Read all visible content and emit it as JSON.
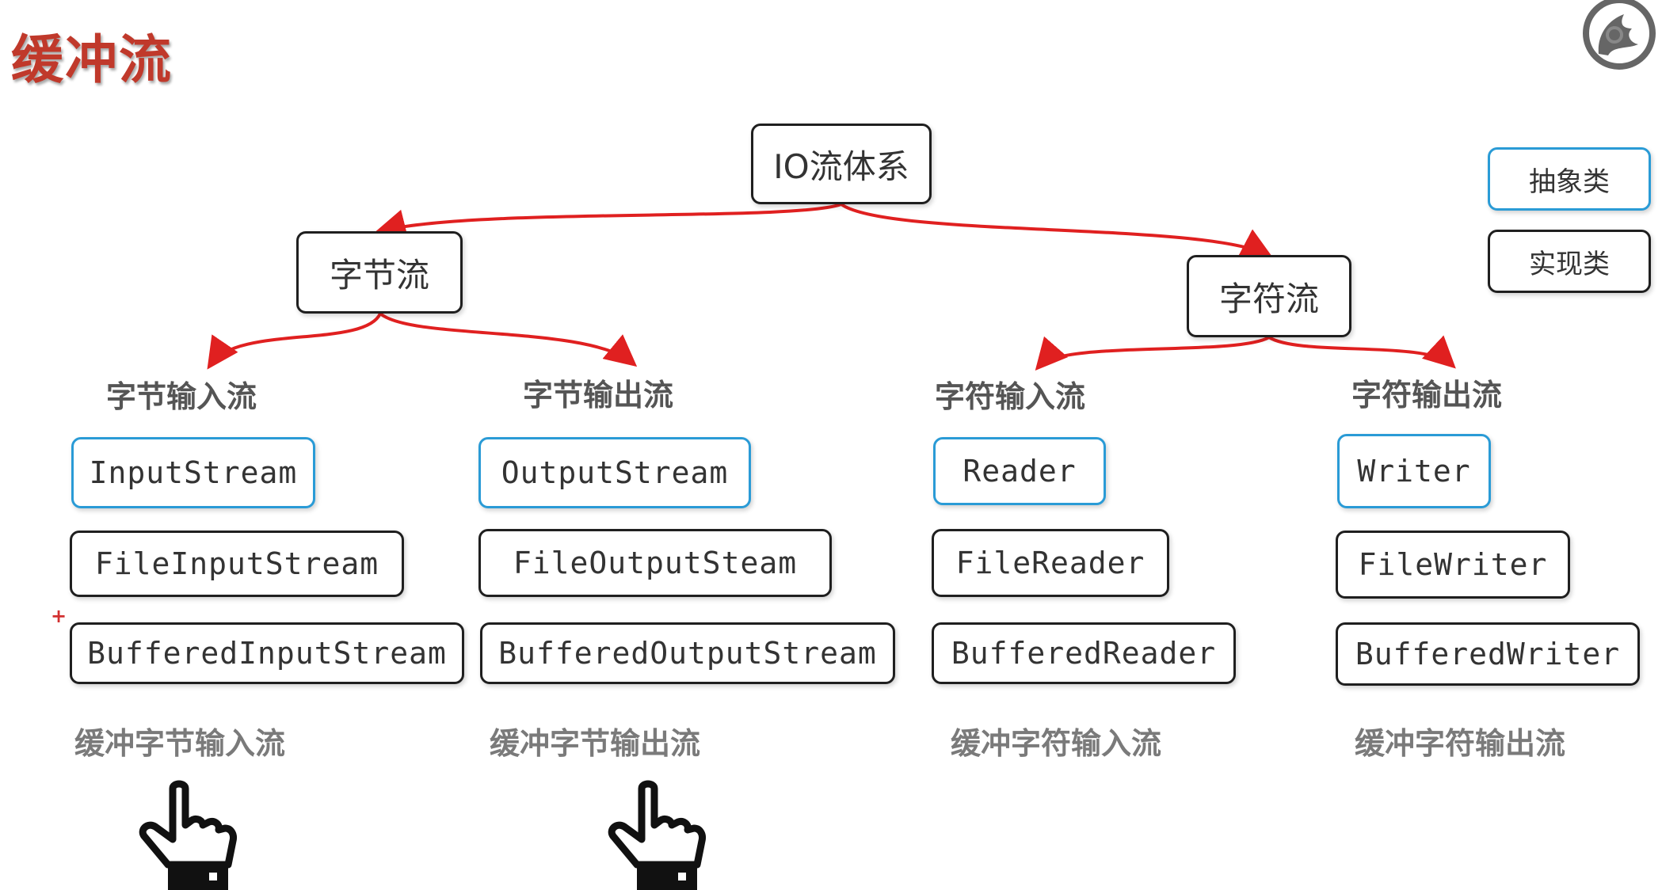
{
  "title": "缓冲流",
  "root": "IO流体系",
  "branches": {
    "byte": "字节流",
    "char": "字符流"
  },
  "legend": {
    "abstract": "抽象类",
    "concrete": "实现类"
  },
  "columns": [
    {
      "heading": "字节输入流",
      "abstract": "InputStream",
      "file": "FileInputStream",
      "buffered": "BufferedInputStream",
      "caption": "缓冲字节输入流"
    },
    {
      "heading": "字节输出流",
      "abstract": "OutputStream",
      "file": "FileOutputSteam",
      "buffered": "BufferedOutputStream",
      "caption": "缓冲字节输出流"
    },
    {
      "heading": "字符输入流",
      "abstract": "Reader",
      "file": "FileReader",
      "buffered": "BufferedReader",
      "caption": "缓冲字符输入流"
    },
    {
      "heading": "字符输出流",
      "abstract": "Writer",
      "file": "FileWriter",
      "buffered": "BufferedWriter",
      "caption": "缓冲字符输出流"
    }
  ],
  "marker": "+",
  "icons": [
    "logo-icon",
    "pointing-hand-icon"
  ],
  "colors": {
    "title": "#c0392b",
    "arrow": "#e02020",
    "abstract_border": "#2a9bd6",
    "box_border": "#1f1f1f"
  }
}
